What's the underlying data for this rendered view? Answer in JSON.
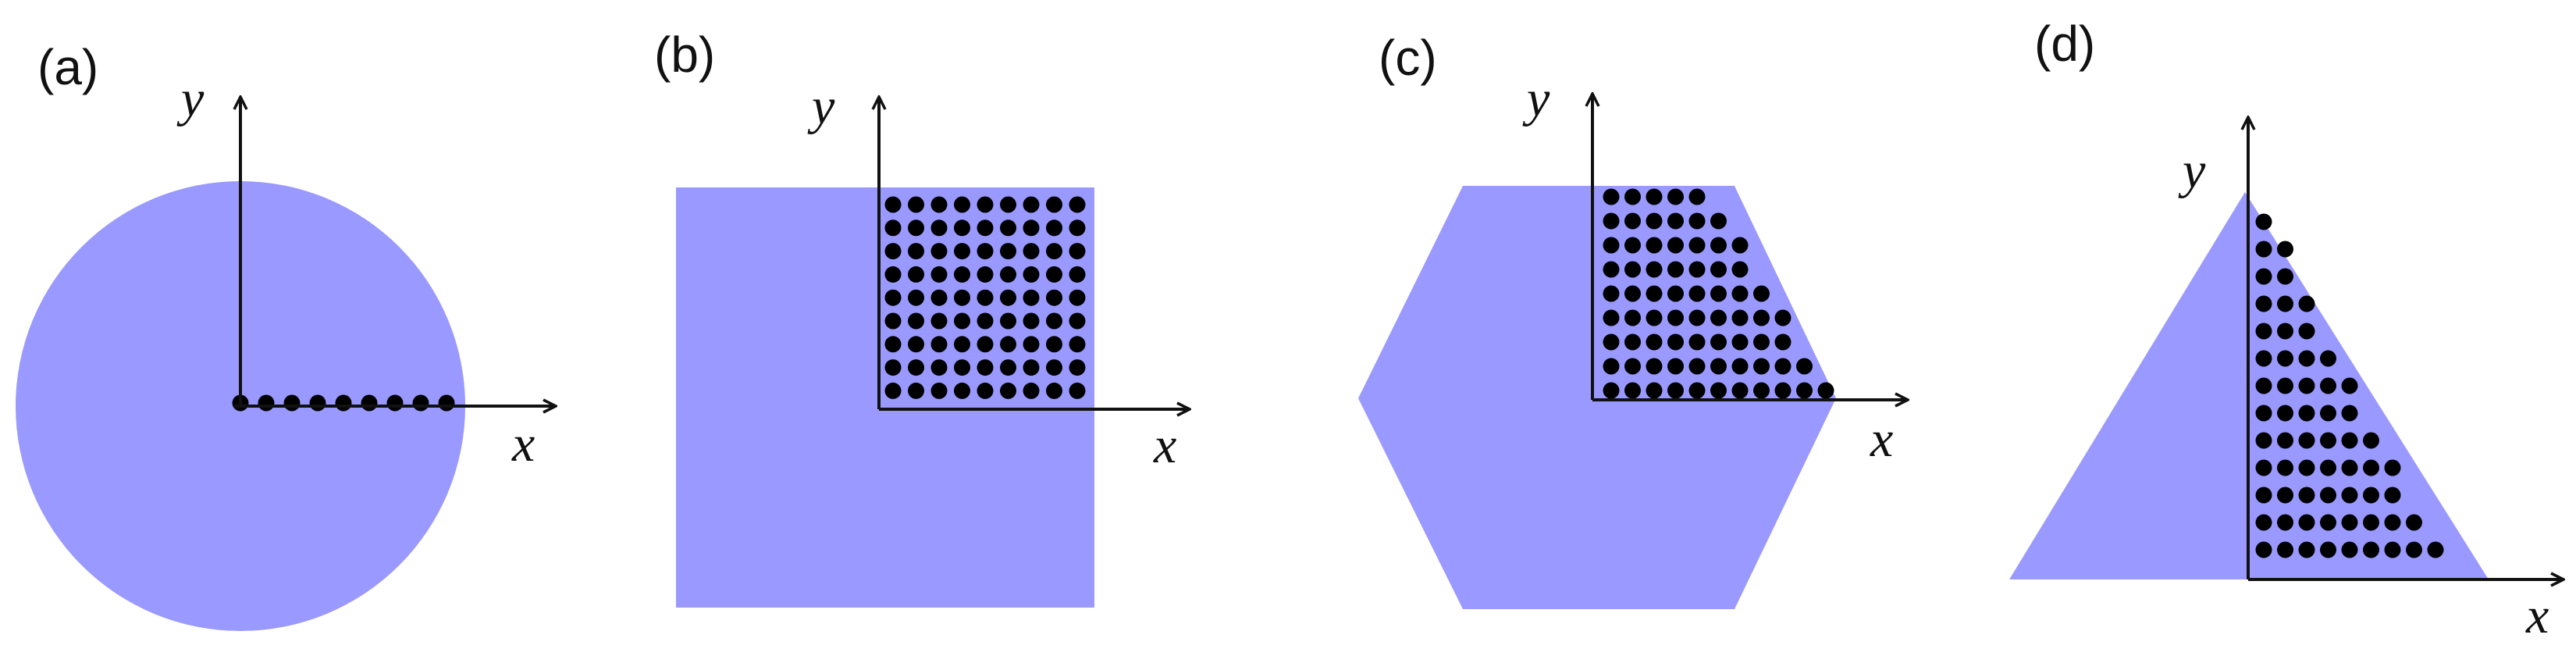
{
  "colors": {
    "shape_fill": "#9999ff",
    "dot": "#000000",
    "axis": "#111111",
    "background": "#ffffff"
  },
  "panels": [
    {
      "id": "a",
      "label": "(a)",
      "shape": "circle",
      "x_label": "x",
      "y_label": "y"
    },
    {
      "id": "b",
      "label": "(b)",
      "shape": "square",
      "x_label": "x",
      "y_label": "y"
    },
    {
      "id": "c",
      "label": "(c)",
      "shape": "hexagon",
      "x_label": "x",
      "y_label": "y"
    },
    {
      "id": "d",
      "label": "(d)",
      "shape": "triangle",
      "x_label": "x",
      "y_label": "y"
    }
  ]
}
